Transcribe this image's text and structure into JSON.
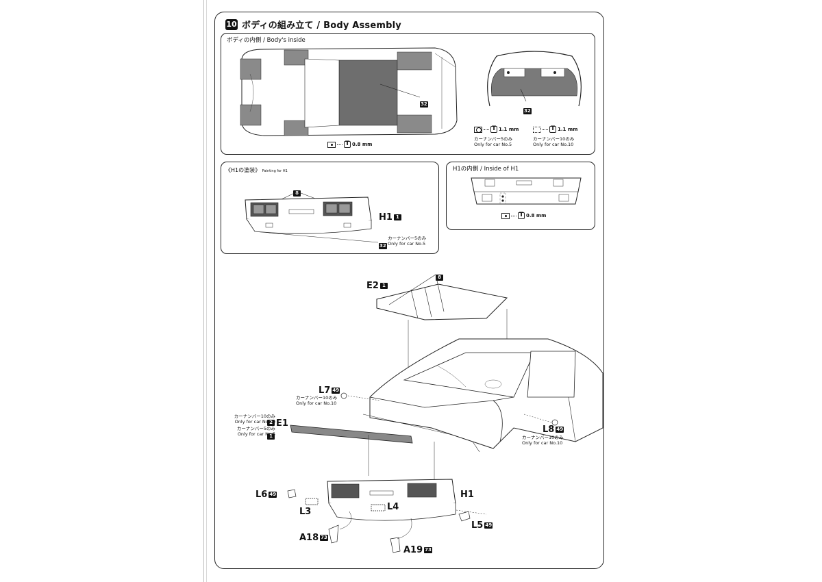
{
  "step": {
    "number": "10",
    "title": "ボディの組み立て / Body Assembly"
  },
  "panels": {
    "body_inside": {
      "title": "ボディの内側 / Body's inside",
      "paint_code": "32",
      "paint_code_rear": "32",
      "drill_main": "0.8 mm",
      "drill_car5": {
        "size": "1.1 mm",
        "note_jp": "カーナンバー5のみ",
        "note_en": "Only for car No.5"
      },
      "drill_car10": {
        "size": "1.1 mm",
        "note_jp": "カーナンバー10のみ",
        "note_en": "Only for car No.10"
      }
    },
    "h1_painting": {
      "title": "《H1の塗装》",
      "subtitle": "Painting for H1",
      "paint_code": "8",
      "part": "H1",
      "part_code": "1",
      "paint_code_2": "32",
      "note_jp": "カーナンバー5のみ",
      "note_en": "Only for car No.5"
    },
    "h1_inside": {
      "title": "H1の内側 / Inside of H1",
      "drill": "0.8 mm"
    }
  },
  "assembly": {
    "e2": {
      "label": "E2",
      "code": "1",
      "paint": "8"
    },
    "l7": {
      "label": "L7",
      "code": "49",
      "note_jp": "カーナンバー10のみ",
      "note_en": "Only for car No.10"
    },
    "e1": {
      "label": "E1",
      "note1_jp": "カーナンバー10のみ",
      "note1_en": "Only for car No.10",
      "note1_code": "2",
      "note2_jp": "カーナンバー5のみ",
      "note2_en": "Only for car No.5",
      "note2_code": "1"
    },
    "l8": {
      "label": "L8",
      "code": "49",
      "note_jp": "カーナンバー10のみ",
      "note_en": "Only for car No.10"
    },
    "l6": {
      "label": "L6",
      "code": "49"
    },
    "l3": {
      "label": "L3"
    },
    "l4": {
      "label": "L4"
    },
    "h1": {
      "label": "H1"
    },
    "l5": {
      "label": "L5",
      "code": "49"
    },
    "a18": {
      "label": "A18",
      "code": "73"
    },
    "a19": {
      "label": "A19",
      "code": "73"
    }
  }
}
